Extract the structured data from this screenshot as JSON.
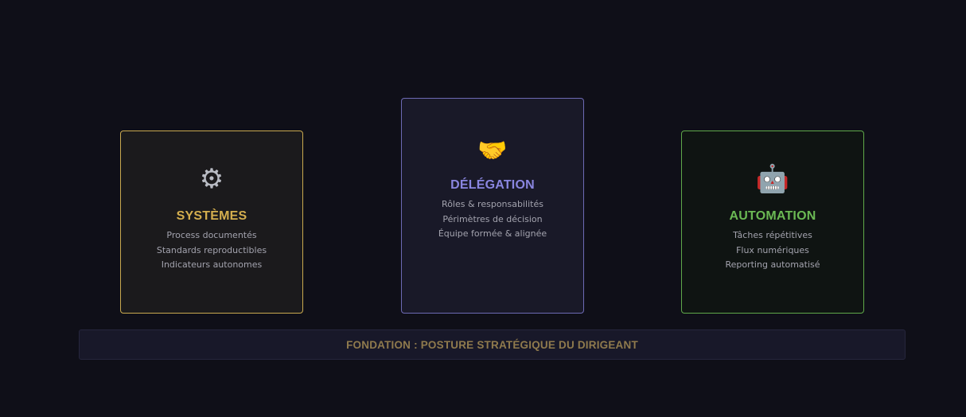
{
  "pillars": [
    {
      "icon": "⚙",
      "icon_name": "gear-icon",
      "title": "SYSTÈMES",
      "accent": "#d4ae4e",
      "items": [
        "Process documentés",
        "Standards reproductibles",
        "Indicateurs autonomes"
      ]
    },
    {
      "icon": "🤝",
      "icon_name": "handshake-icon",
      "title": "DÉLÉGATION",
      "accent": "#8a86e0",
      "items": [
        "Rôles & responsabilités",
        "Périmètres de décision",
        "Équipe formée & alignée"
      ]
    },
    {
      "icon": "🤖",
      "icon_name": "robot-icon",
      "title": "AUTOMATION",
      "accent": "#6bb954",
      "items": [
        "Tâches répétitives",
        "Flux numériques",
        "Reporting automatisé"
      ]
    }
  ],
  "foundation": {
    "label": "FONDATION : POSTURE STRATÉGIQUE DU DIRIGEANT",
    "color": "#8f7a4d"
  }
}
